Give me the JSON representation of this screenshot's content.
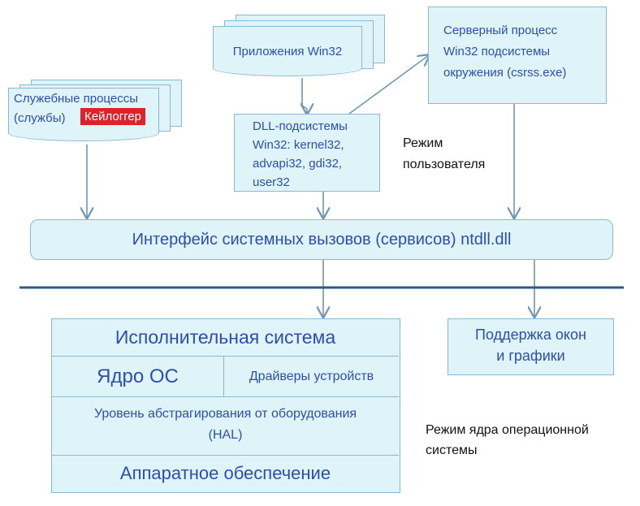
{
  "services": {
    "line1": "Служебные процессы",
    "line2": "(службы)",
    "badge": "Кейлоггер"
  },
  "apps": {
    "label": "Приложения Win32"
  },
  "csrss": {
    "line1": "Серверный процесс",
    "line2": "Win32 подсистемы",
    "line3": "окружения (csrss.exe)"
  },
  "dll": {
    "line1": "DLL-подсистемы",
    "line2": "Win32: kernel32,",
    "line3": "advapi32, gdi32,",
    "line4": "user32"
  },
  "user_mode": {
    "line1": "Режим",
    "line2": "пользователя"
  },
  "ntdll": {
    "label": "Интерфейс системных вызовов (сервисов) ntdll.dll"
  },
  "executive": {
    "label": "Исполнительная система"
  },
  "kernel": {
    "label": "Ядро ОС"
  },
  "drivers": {
    "label": "Драйверы устройств"
  },
  "hal": {
    "line1": "Уровень абстрагирования от оборудования",
    "line2": "(HAL)"
  },
  "hardware": {
    "label": "Аппаратное обеспечение"
  },
  "graphics": {
    "line1": "Поддержка окон",
    "line2": "и графики"
  },
  "kernel_mode": {
    "line1": "Режим ядра операционной",
    "line2": "системы"
  },
  "colors": {
    "box_fill": "#dff4f9",
    "box_border": "#8ab8d0",
    "text": "#2e4fa8",
    "divider": "#2f5a80",
    "badge_bg": "#e0202a"
  }
}
